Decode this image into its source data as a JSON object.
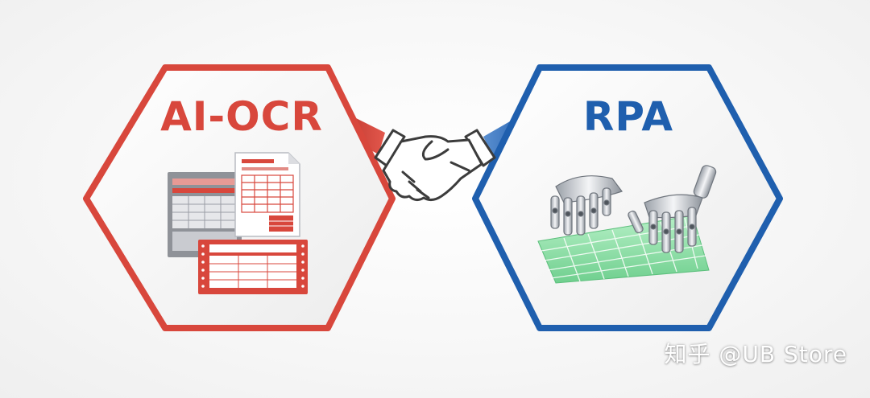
{
  "left_hexagon": {
    "title": "AI-OCR",
    "icon": "documents-forms-icon",
    "color": "#d8473c"
  },
  "right_hexagon": {
    "title": "RPA",
    "icon": "robot-hands-keyboard-icon",
    "color": "#1f5fae"
  },
  "center": {
    "icon": "handshake-icon"
  },
  "watermark": {
    "text": "知乎 @UB Store"
  },
  "colors": {
    "ocr_red": "#d8473c",
    "rpa_blue": "#1f5fae",
    "keyboard_green": "#8fe0a8"
  }
}
